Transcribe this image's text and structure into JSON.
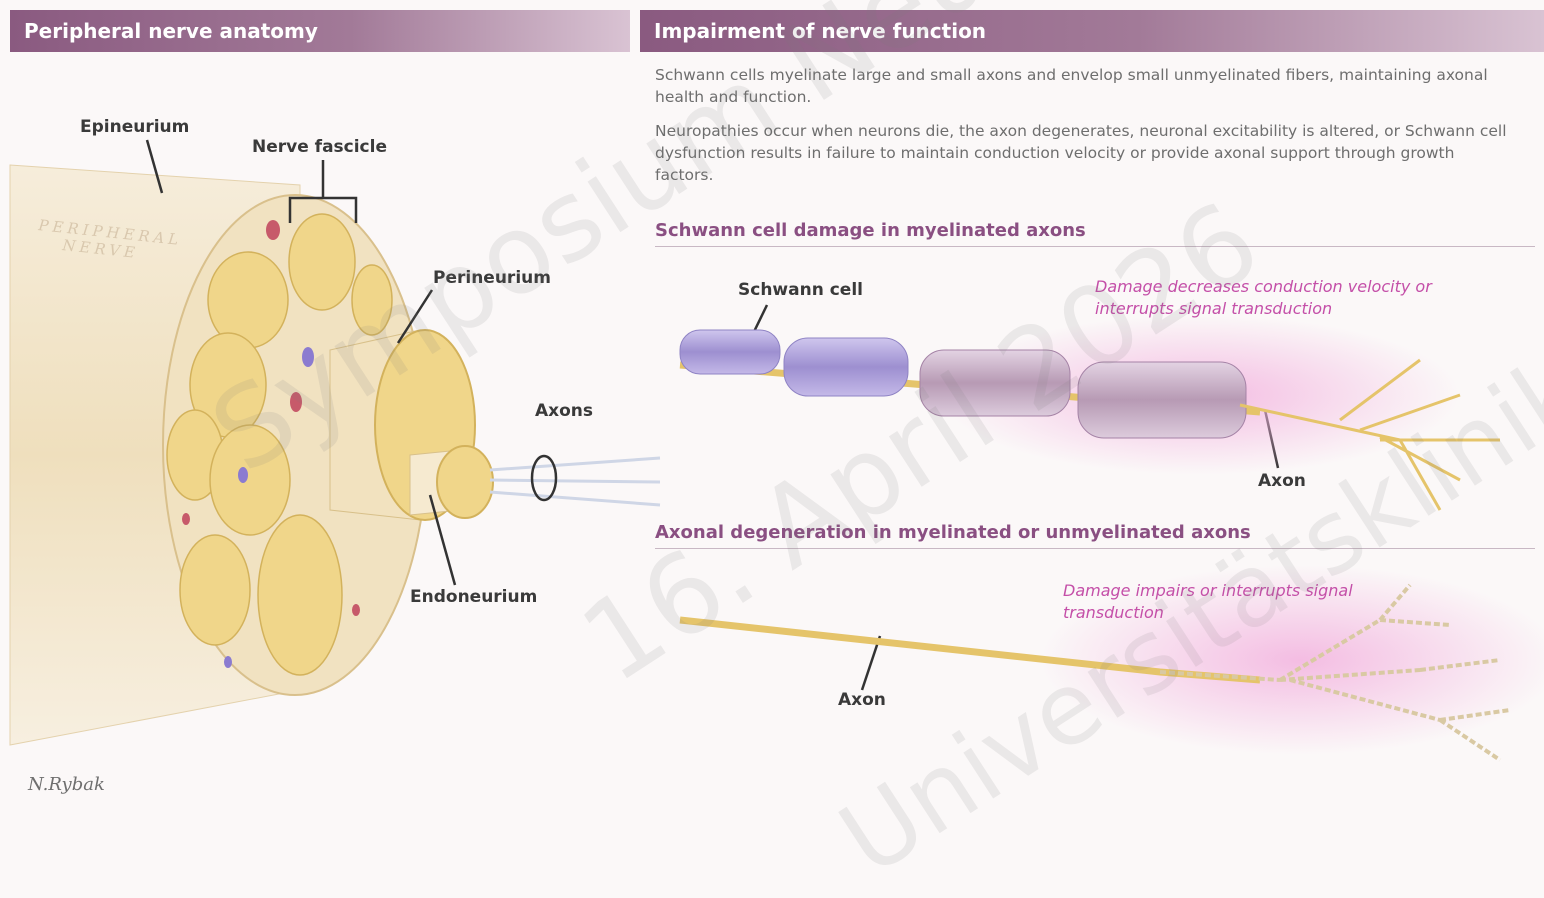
{
  "headers": {
    "left": "Peripheral nerve anatomy",
    "right": "Impairment of nerve function"
  },
  "paragraphs": [
    "Schwann cells myelinate large and small axons and envelop small unmyelinated fibers, maintaining axonal health and function.",
    "Neuropathies occur when neurons die, the axon degenerates, neuronal excitability is altered, or Schwann cell dysfunction results in failure to maintain conduction velocity or provide axonal support through growth factors."
  ],
  "anatomy_labels": {
    "epineurium": "Epineurium",
    "nerve_fascicle": "Nerve fascicle",
    "perineurium": "Perineurium",
    "axons": "Axons",
    "endoneurium": "Endoneurium",
    "nerve_text_line1": "PERIPHERAL",
    "nerve_text_line2": "NERVE"
  },
  "section1": {
    "title": "Schwann cell damage in myelinated axons",
    "schwann_label": "Schwann cell",
    "axon_label": "Axon",
    "note": "Damage decreases conduction velocity or interrupts signal transduction"
  },
  "section2": {
    "title": "Axonal degeneration in myelinated or unmyelinated axons",
    "axon_label": "Axon",
    "note": "Damage impairs or interrupts signal transduction"
  },
  "signature": "N.Rybak",
  "watermark": [
    "Symposium Neuro",
    "16. April 2026",
    "Universitätsklinik Balgrist"
  ],
  "colors": {
    "header": "#8a5a80",
    "section_title": "#8a4f82",
    "note": "#c44fa8",
    "nerve_tan": "#f1e2c1",
    "fascicle": "#f0d68a",
    "schwann": "#a89ad4",
    "damage_glow": "#f3b6e0"
  }
}
